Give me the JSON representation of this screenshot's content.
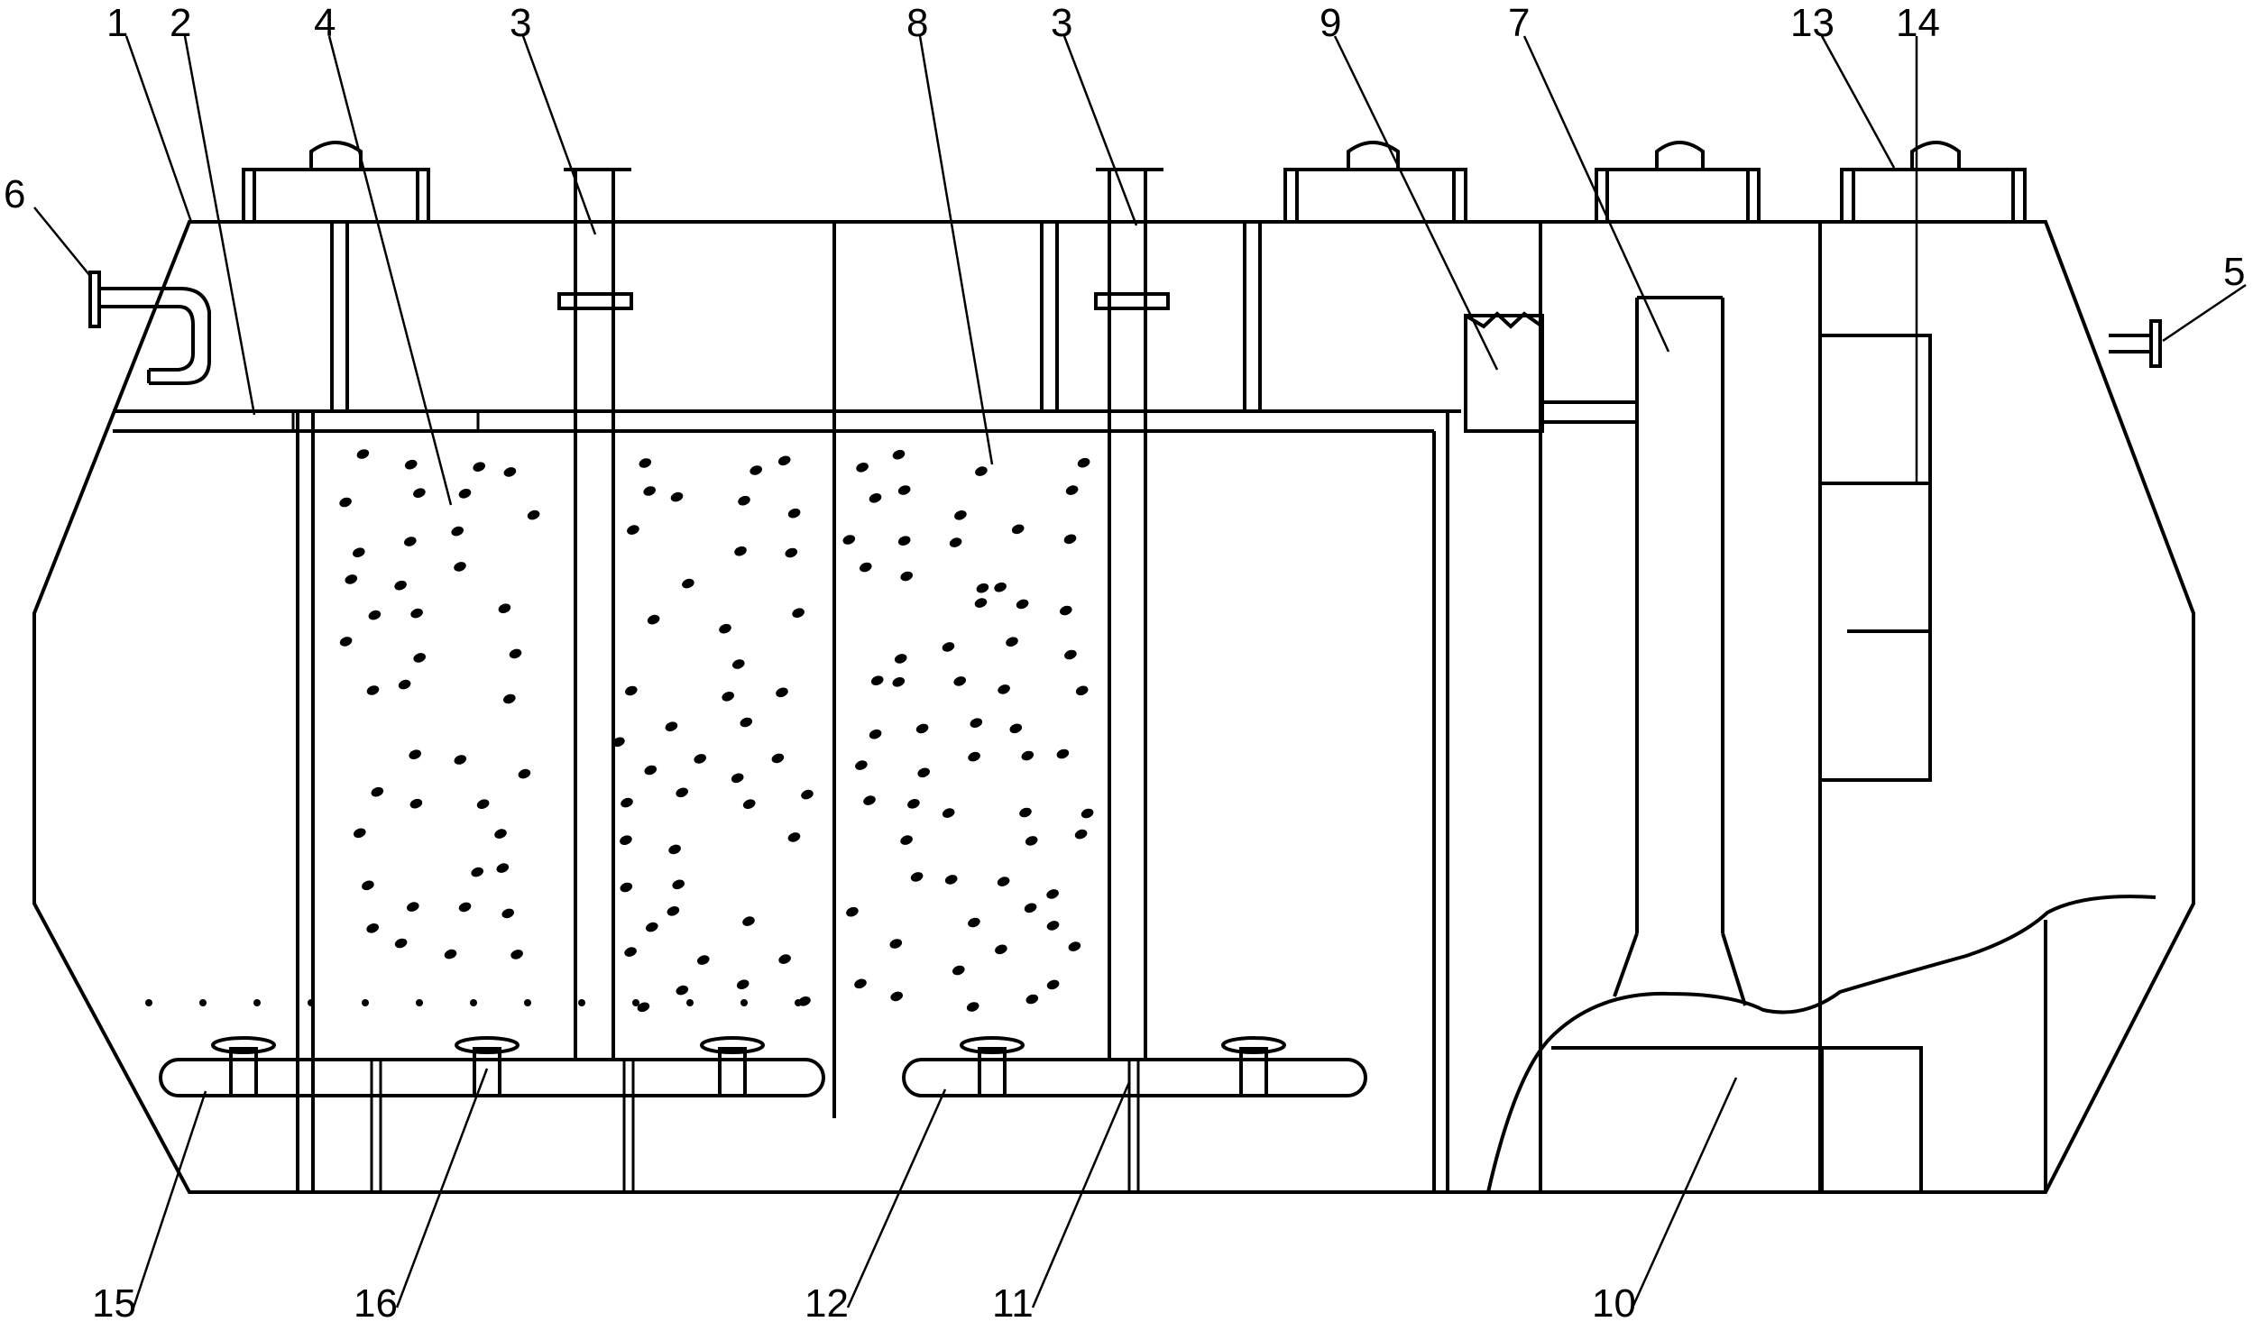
{
  "callouts": [
    {
      "id": "1"
    },
    {
      "id": "2"
    },
    {
      "id": "4"
    },
    {
      "id": "3a"
    },
    {
      "id": "8"
    },
    {
      "id": "3b"
    },
    {
      "id": "9"
    },
    {
      "id": "7"
    },
    {
      "id": "13"
    },
    {
      "id": "14"
    },
    {
      "id": "6"
    },
    {
      "id": "5"
    },
    {
      "id": "15"
    },
    {
      "id": "16"
    },
    {
      "id": "12"
    },
    {
      "id": "11"
    },
    {
      "id": "10"
    }
  ],
  "labels": {
    "l1": "1",
    "l2": "2",
    "l4": "4",
    "l3a": "3",
    "l8": "8",
    "l3b": "3",
    "l9": "9",
    "l7": "7",
    "l13": "13",
    "l14": "14",
    "l6": "6",
    "l5": "5",
    "l15": "15",
    "l16": "16",
    "l12": "12",
    "l11": "11",
    "l10": "10"
  },
  "colors": {
    "line": "#000000",
    "background": "#ffffff"
  }
}
